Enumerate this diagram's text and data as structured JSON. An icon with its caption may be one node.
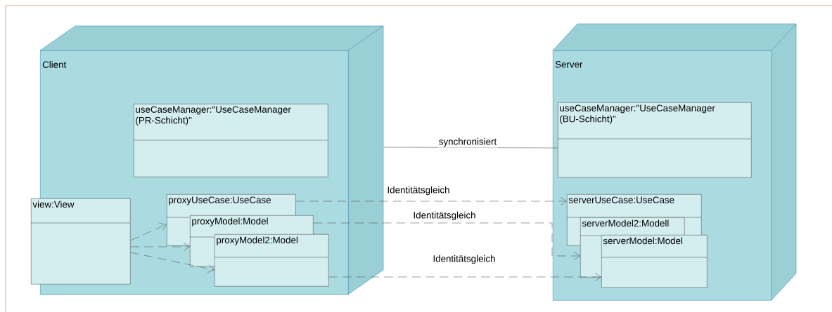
{
  "diagram": {
    "nodes": [
      {
        "text": [
          "Client"
        ]
      },
      {
        "text": [
          "useCaseManager:\"UseCaseManager (PR-Schicht)\""
        ],
        "in": 0
      },
      {
        "text": [
          "view:View"
        ],
        "in": 0
      },
      {
        "text": [
          "proxyUseCase:UseCase"
        ],
        "in": 0
      },
      {
        "text": [
          "proxyModel:Model"
        ],
        "in": 0
      },
      {
        "text": [
          "proxyModel2:Model"
        ],
        "in": 0
      },
      {
        "text": [
          "Server"
        ]
      },
      {
        "text": [
          "useCaseManager:\"UseCaseManager (BU-Schicht)\""
        ],
        "in": 6
      },
      {
        "text": [
          "serverUseCase:UseCase"
        ],
        "in": 6
      },
      {
        "text": [
          "serverModel2:Modell"
        ],
        "in": 6
      },
      {
        "text": [
          "serverModel:Model"
        ],
        "in": 6
      }
    ],
    "edges": [
      {
        "from": 0,
        "to": 7,
        "arrow": "none",
        "label": "synchronisiert"
      },
      {
        "from": 3,
        "to": 8,
        "arrow": "to",
        "style": "dashed",
        "label": "Identitätsgleich"
      },
      {
        "from": 4,
        "to": 9,
        "arrow": "to",
        "style": "dashed",
        "label": "Identitätsgleich"
      },
      {
        "from": 5,
        "to": 10,
        "arrow": "to",
        "style": "dashed",
        "label": "Identitätsgleich"
      },
      {
        "from": 2,
        "to": 3,
        "arrow": "to",
        "style": "dashed"
      },
      {
        "from": 2,
        "to": 4,
        "arrow": "to",
        "style": "dashed"
      },
      {
        "from": 2,
        "to": 5,
        "arrow": "to",
        "style": "dashed"
      }
    ]
  }
}
